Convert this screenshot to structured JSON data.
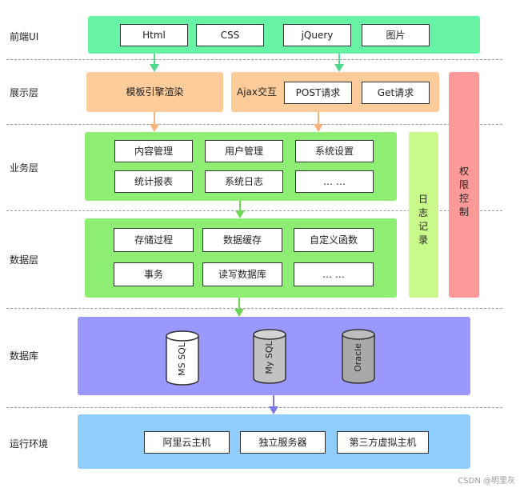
{
  "rows": {
    "frontend": "前端UI",
    "presentation": "展示层",
    "business": "业务层",
    "data": "数据层",
    "database": "数据库",
    "runtime": "运行环境"
  },
  "frontend": [
    "Html",
    "CSS",
    "jQuery",
    "图片"
  ],
  "presentation": {
    "template": "模板引擎渲染",
    "ajax": "Ajax交互",
    "post": "POST请求",
    "get": "Get请求"
  },
  "business": [
    "内容管理",
    "用户管理",
    "系统设置",
    "统计报表",
    "系统日志",
    "… …"
  ],
  "datalayer": [
    "存储过程",
    "数据缓存",
    "自定义函数",
    "事务",
    "读写数据库",
    "… …"
  ],
  "databases": [
    "MS SQL",
    "My SQL",
    "Oracle"
  ],
  "runtime": [
    "阿里云主机",
    "独立服务器",
    "第三方虚拟主机"
  ],
  "side": {
    "log": [
      "日",
      "志",
      "记",
      "录"
    ],
    "permission": [
      "权",
      "限",
      "控",
      "制"
    ]
  },
  "watermark": "CSDN @明里灰",
  "colors": {
    "frontend_bg": "#66f3a4",
    "presentation_bg": "#fdcc9a",
    "business_bg": "#8eed73",
    "log_bg": "#c8f98a",
    "permission_bg": "#fe9999",
    "database_bg": "#9a98fc",
    "runtime_bg": "#8fcdfd"
  }
}
